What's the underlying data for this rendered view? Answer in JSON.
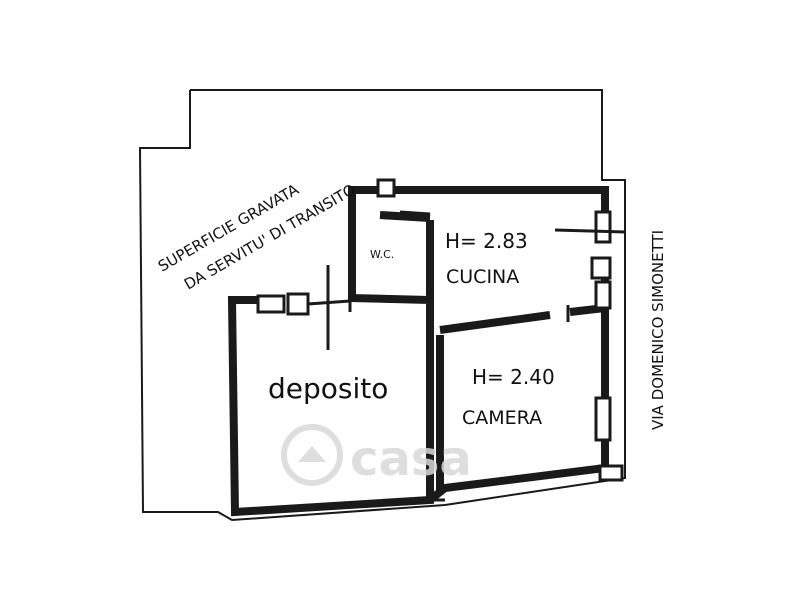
{
  "colors": {
    "ink": "#111111",
    "wall": "#1a1a1a",
    "watermark": "#d9d9d9",
    "paper": "#ffffff"
  },
  "labels": {
    "easement_line1": "SUPERFICIE GRAVATA",
    "easement_line2": "DA SERVITU' DI TRANSITO",
    "street": "VIA DOMENICO SIMONETTI",
    "wc": "W.C.",
    "kitchen": "CUCINA",
    "kitchen_height": "H= 2.83",
    "bedroom": "CAMERA",
    "bedroom_height": "H= 2.40",
    "storage": "deposito"
  },
  "watermark": {
    "text": "casa",
    "icon": "house-icon"
  }
}
